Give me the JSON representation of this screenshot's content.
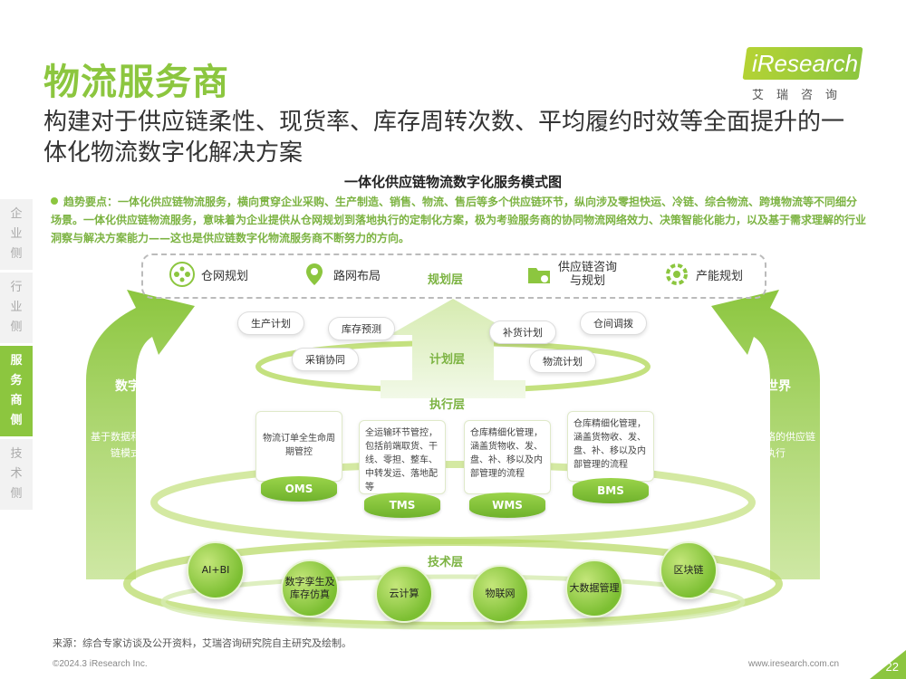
{
  "page": {
    "title": "物流服务商",
    "subtitle": "构建对于供应链柔性、现货率、库存周转次数、平均履约时效等全面提升的一体化物流数字化解决方案",
    "logo": {
      "text": "iResearch",
      "cn": "艾瑞咨询"
    },
    "diagram_title": "一体化供应链物流数字化服务模式图",
    "trend_label": "趋势要点：",
    "trend_text": "一体化供应链物流服务，横向贯穿企业采购、生产制造、销售、物流、售后等多个供应链环节，纵向涉及零担快运、冷链、综合物流、跨境物流等不同细分场景。一体化供应链物流服务，意味着为企业提供从仓网规划到落地执行的定制化方案，极为考验服务商的协同物流网络效力、决策智能化能力，以及基于需求理解的行业洞察与解决方案能力——这也是供应链数字化物流服务商不断努力的方向。"
  },
  "side_nav": [
    {
      "label": "企业侧",
      "active": false
    },
    {
      "label": "行业侧",
      "active": false
    },
    {
      "label": "服务商侧",
      "active": true
    },
    {
      "label": "技术侧",
      "active": false
    }
  ],
  "layers": {
    "planning": "规划层",
    "plan": "计划层",
    "execution": "执行层",
    "tech": "技术层"
  },
  "planning_items": [
    "仓网规划",
    "路网布局",
    "供应链咨询\n与规划",
    "产能规划"
  ],
  "plan_pills": [
    "生产计划",
    "库存预测",
    "采销协同",
    "补货计划",
    "仓间调拨",
    "物流计划"
  ],
  "systems": [
    {
      "name": "OMS",
      "desc": "物流订单全生命周期管控"
    },
    {
      "name": "TMS",
      "desc": "全运输环节管控，包括前端取货、干线、零担、整车、中转发运、落地配等"
    },
    {
      "name": "WMS",
      "desc": "仓库精细化管理，涵盖货物收、发、盘、补、移以及内部管理的流程"
    },
    {
      "name": "BMS",
      "desc": "仓库精细化管理，涵盖货物收、发、盘、补、移以及内部管理的流程"
    }
  ],
  "tech_items": [
    "AI+BI",
    "数字孪生及库存仿真",
    "云计算",
    "物联网",
    "大数据管理",
    "区块链"
  ],
  "left_arrow": {
    "title": "数字世界",
    "desc": "基于数据和算法的供应链模式化方案"
  },
  "right_arrow": {
    "title": "物理世界",
    "desc": "基于物流网络的供应链高效执行"
  },
  "footer": {
    "source": "来源：综合专家访谈及公开资料，艾瑞咨询研究院自主研究及绘制。",
    "copyright": "©2024.3 iResearch Inc.",
    "url": "www.iresearch.com.cn",
    "page_number": "22"
  },
  "colors": {
    "brand_green": "#8cc63f",
    "dark_green": "#6fb22c",
    "light_green": "#eaf4d9"
  }
}
